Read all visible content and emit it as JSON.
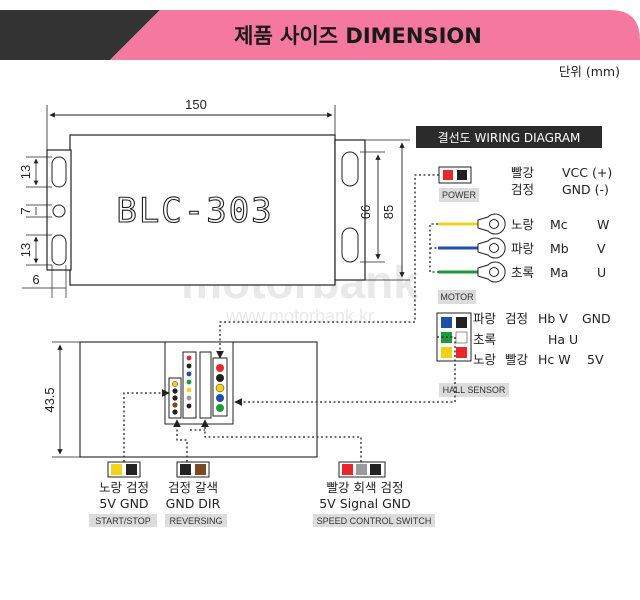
{
  "header": {
    "title": "제품 사이즈  DIMENSION",
    "accent": "#f5799f",
    "dark": "#333333"
  },
  "unit": "단위 (mm)",
  "dimensions": {
    "width": "150",
    "height_outer": "85",
    "height_inner": "66",
    "left_a": "13",
    "left_b": "7",
    "left_c": "13",
    "left_d": "6",
    "side_height": "43.5"
  },
  "device": {
    "model": "BLC-303"
  },
  "wiring_title": "결선도 WIRING DIAGRAM",
  "watermark": {
    "big": "motorbank",
    "small": "www.motorbank.kr"
  },
  "power": {
    "tag": "POWER",
    "rows": [
      {
        "kor": "빨강",
        "signal": "VCC (+)",
        "color": "#e8262b"
      },
      {
        "kor": "검정",
        "signal": "GND (-)",
        "color": "#222222"
      }
    ]
  },
  "motor": {
    "tag": "MOTOR",
    "wires": [
      {
        "kor": "노랑",
        "name": "Mc",
        "letter": "W",
        "color": "#f2d21b"
      },
      {
        "kor": "파랑",
        "name": "Mb",
        "letter": "V",
        "color": "#1f4fa8"
      },
      {
        "kor": "초록",
        "name": "Ma",
        "letter": "U",
        "color": "#1e9a3c"
      }
    ]
  },
  "hall": {
    "tag": "HALL SENSOR",
    "rows": [
      [
        "파랑",
        "검정",
        "Hb V",
        "GND"
      ],
      [
        "초록",
        "Ha U"
      ],
      [
        "노랑",
        "빨강",
        "Hc W",
        "5V"
      ]
    ],
    "colors": [
      "#1f4fa8",
      "#222222",
      "#1e9a3c",
      "#ffffff",
      "#f2d21b",
      "#e8262b"
    ]
  },
  "start_stop": {
    "kor": "노랑 검정",
    "signal": "5V GND",
    "tag": "START/STOP",
    "colors": [
      "#f2d21b",
      "#222222"
    ]
  },
  "reversing": {
    "kor": "검정 갈색",
    "signal": "GND DIR",
    "tag": "REVERSING",
    "colors": [
      "#222222",
      "#7a4a22"
    ]
  },
  "speed": {
    "kor": "빨강 회색 검정",
    "signal": "5V Signal GND",
    "tag": "SPEED CONTROL SWITCH",
    "colors": [
      "#e8262b",
      "#9a9a9a",
      "#222222"
    ]
  }
}
